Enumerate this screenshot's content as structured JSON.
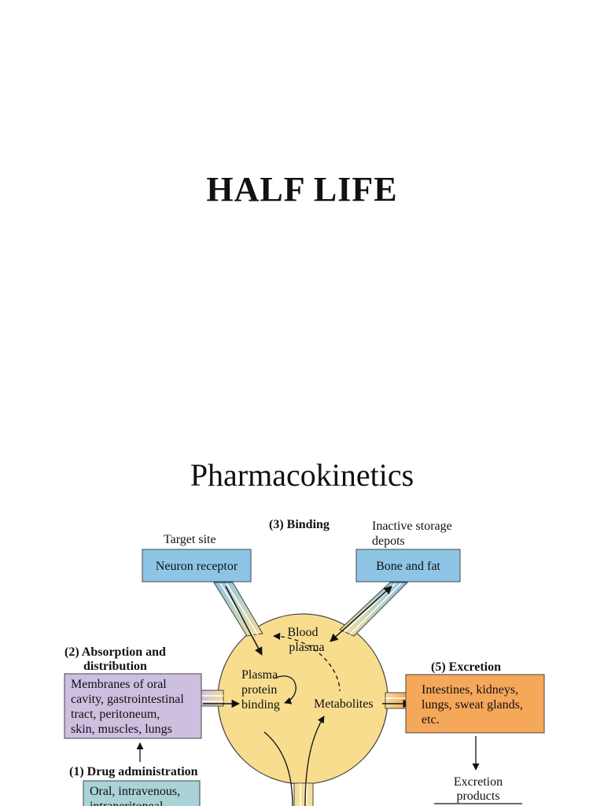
{
  "slide": {
    "title": "HALF LIFE",
    "subtitle": "Pharmacokinetics"
  },
  "diagram": {
    "binding_heading": "(3) Binding",
    "target_site_label": "Target site",
    "neuron_receptor": "Neuron receptor",
    "inactive_storage_line1": "Inactive storage",
    "inactive_storage_line2": "depots",
    "bone_and_fat": "Bone and fat",
    "blood_plasma_line1": "Blood",
    "blood_plasma_line2": "plasma",
    "plasma_protein_line1": "Plasma",
    "plasma_protein_line2": "protein",
    "plasma_protein_line3": "binding",
    "metabolites": "Metabolites",
    "absorption_heading_line1": "(2) Absorption and",
    "absorption_heading_line2": "distribution",
    "membranes_line1": "Membranes of oral",
    "membranes_line2": "cavity, gastrointestinal",
    "membranes_line3": "tract, peritoneum,",
    "membranes_line4": "skin, muscles, lungs",
    "excretion_heading": "(5) Excretion",
    "excretion_box_line1": "Intestines, kidneys,",
    "excretion_box_line2": "lungs, sweat glands,",
    "excretion_box_line3": "etc.",
    "excretion_products_line1": "Excretion",
    "excretion_products_line2": "products",
    "drug_admin_heading": "(1) Drug administration",
    "drug_admin_line1": "Oral, intravenous,",
    "drug_admin_line2": "intraperitoneal",
    "colors": {
      "blue_box": "#8ec5e6",
      "purple_box": "#cdbfe0",
      "orange_box": "#f5a75a",
      "teal_box": "#a9d3d6",
      "circle": "#f8dd8f",
      "channel": "#f3df9a"
    }
  }
}
